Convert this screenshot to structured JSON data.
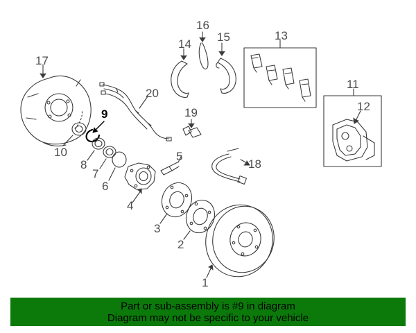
{
  "callouts": {
    "c1": "1",
    "c2": "2",
    "c3": "3",
    "c4": "4",
    "c5": "5",
    "c6": "6",
    "c7": "7",
    "c8": "8",
    "c9": "9",
    "c10": "10",
    "c11": "11",
    "c12": "12",
    "c13": "13",
    "c14": "14",
    "c15": "15",
    "c16": "16",
    "c17": "17",
    "c18": "18",
    "c19": "19",
    "c20": "20"
  },
  "highlighted_part": "9",
  "banner": {
    "line1": "Part or sub-assembly is #9 in diagram",
    "line2": "Diagram may not be specific to your vehicle"
  },
  "colors": {
    "line_art": "#3a3a3a",
    "highlight_part": "#000000",
    "banner_background": "#0b7a0b",
    "banner_text": "#000000"
  }
}
